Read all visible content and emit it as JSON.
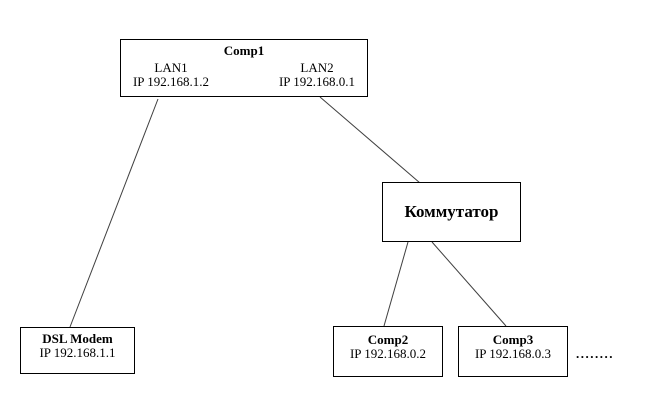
{
  "diagram": {
    "colors": {
      "background": "#ffffff",
      "box_border": "#000000",
      "text": "#000000",
      "connection_line": "#3f3f3f"
    },
    "nodes": {
      "comp1": {
        "title": "Comp1",
        "interfaces": [
          {
            "name": "LAN1",
            "ip": "IP 192.168.1.2"
          },
          {
            "name": "LAN2",
            "ip": "IP 192.168.0.1"
          }
        ]
      },
      "switch": {
        "title": "Коммутатор"
      },
      "dsl_modem": {
        "title": "DSL Modem",
        "ip": "IP 192.168.1.1"
      },
      "comp2": {
        "title": "Comp2",
        "ip": "IP 192.168.0.2"
      },
      "comp3": {
        "title": "Comp3",
        "ip": "IP 192.168.0.3"
      },
      "more_nodes_ellipsis": "........"
    },
    "edges": [
      {
        "from": "comp1-lan1",
        "to": "dsl-modem"
      },
      {
        "from": "comp1-lan2",
        "to": "switch"
      },
      {
        "from": "switch",
        "to": "comp2"
      },
      {
        "from": "switch",
        "to": "comp3"
      }
    ]
  }
}
